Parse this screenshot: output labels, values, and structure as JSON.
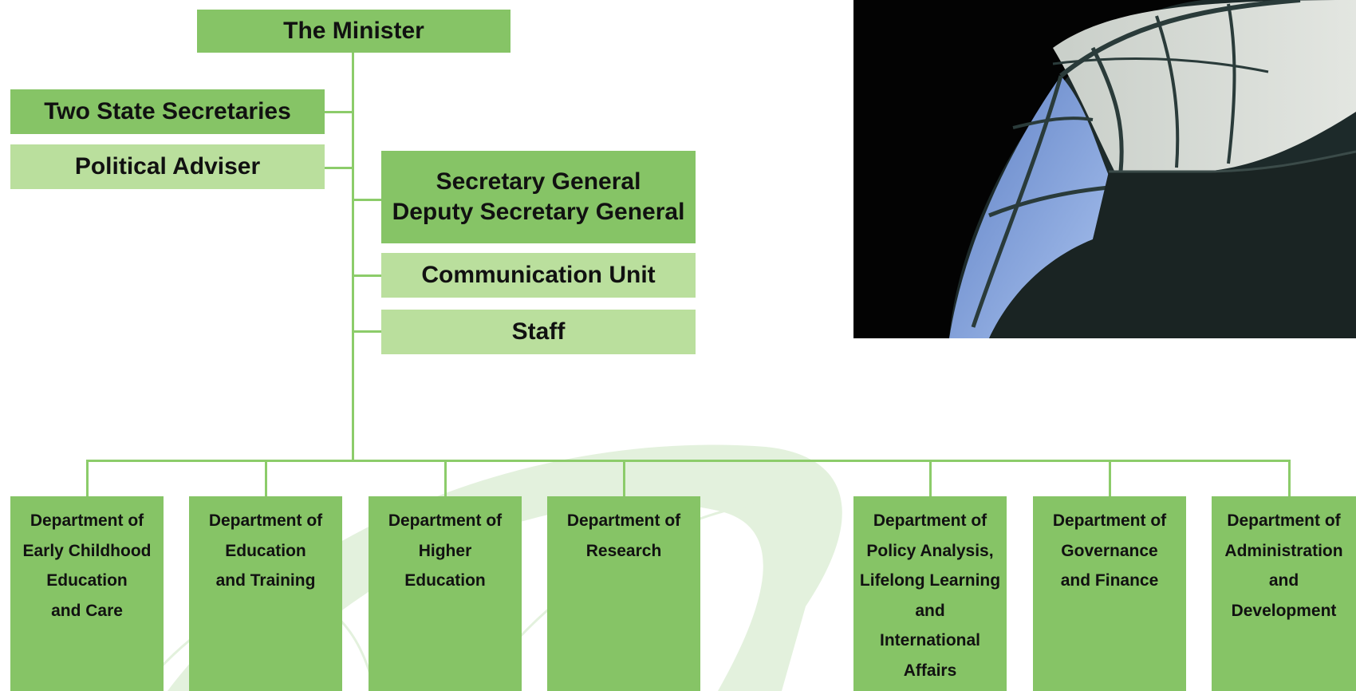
{
  "minister": "The Minister",
  "state_secretaries": "Two State Secretaries",
  "political_adviser": "Political Adviser",
  "secretary_general": [
    "Secretary General",
    "Deputy Secretary General"
  ],
  "communication_unit": "Communication Unit",
  "staff": "Staff",
  "departments": [
    {
      "lines": [
        "Department of",
        "Early Childhood",
        "Education",
        "and Care"
      ]
    },
    {
      "lines": [
        "Department of",
        "Education",
        "and Training"
      ]
    },
    {
      "lines": [
        "Department of",
        "Higher",
        "Education"
      ]
    },
    {
      "lines": [
        "Department of",
        "Research"
      ]
    },
    {
      "lines": [
        "Department of",
        "Policy Analysis,",
        "Lifelong Learning",
        "and",
        "International",
        "Affairs"
      ]
    },
    {
      "lines": [
        "Department of",
        "Governance",
        "and Finance"
      ]
    },
    {
      "lines": [
        "Department of",
        "Administration",
        "and",
        "Development"
      ]
    }
  ],
  "colors": {
    "dark_green": "#86c466",
    "light_green": "#badf9d",
    "line": "#8ccc6a"
  }
}
